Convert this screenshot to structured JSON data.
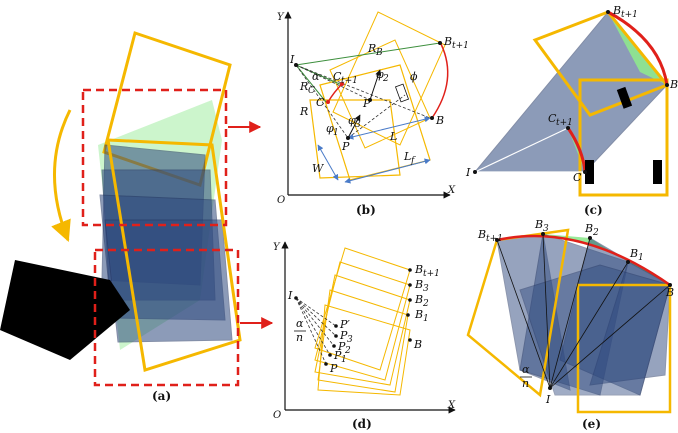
{
  "panels": {
    "a": {
      "caption": "(a)"
    },
    "b": {
      "caption": "(b)",
      "axis_x": "X",
      "axis_y": "Y",
      "origin": "O",
      "labels": {
        "I": "I",
        "B_t1": "B",
        "B_t1_sub": "t+1",
        "R_B": "R",
        "R_B_sub": "B",
        "C_t1": "C",
        "C_t1_sub": "t+1",
        "alpha": "α",
        "R_C": "R",
        "R_C_sub": "C",
        "C": "C",
        "R": "R",
        "phi2": "φ",
        "phi2_sub": "2",
        "phi1": "φ",
        "phi1_sub": "1",
        "phi3": "φ",
        "phi3_sub": "3",
        "phi": "ϕ",
        "P_top": "P",
        "P_bot": "P",
        "L": "L",
        "B": "B",
        "W": "W",
        "L_f": "L",
        "L_f_sub": "f"
      }
    },
    "c": {
      "caption": "(c)",
      "labels": {
        "B_t1": "B",
        "B_t1_sub": "t+1",
        "B": "B",
        "C_t1": "C",
        "C_t1_sub": "t+1",
        "C": "C",
        "I": "I"
      }
    },
    "d": {
      "caption": "(d)",
      "axis_x": "X",
      "axis_y": "Y",
      "origin": "O",
      "labels": {
        "I": "I",
        "alpha": "α",
        "n": "n",
        "B_t1": "B",
        "B_t1_sub": "t+1",
        "B3": "B",
        "B3_sub": "3",
        "B2": "B",
        "B2_sub": "2",
        "B1": "B",
        "B1_sub": "1",
        "B": "B",
        "P_prime": "P′",
        "P3": "P",
        "P3_sub": "3",
        "P2": "P",
        "P2_sub": "2",
        "P1": "P",
        "P1_sub": "1",
        "P": "P"
      }
    },
    "e": {
      "caption": "(e)",
      "labels": {
        "B_t1": "B",
        "B_t1_sub": "t+1",
        "B3": "B",
        "B3_sub": "3",
        "B2": "B",
        "B2_sub": "2",
        "B1": "B",
        "B1_sub": "1",
        "B": "B",
        "alpha": "α",
        "n": "n",
        "I": "I"
      }
    }
  },
  "colors": {
    "footprint_outline": "#f5b800",
    "footprint_fill": "#2f4a7f",
    "sweep_fill": "#8ee88e",
    "arc": "#e0201a",
    "dashed_box": "#e0201a",
    "vector": "#4a7bc8",
    "green_line": "#3d8f3d",
    "obstacle": "#000000"
  }
}
